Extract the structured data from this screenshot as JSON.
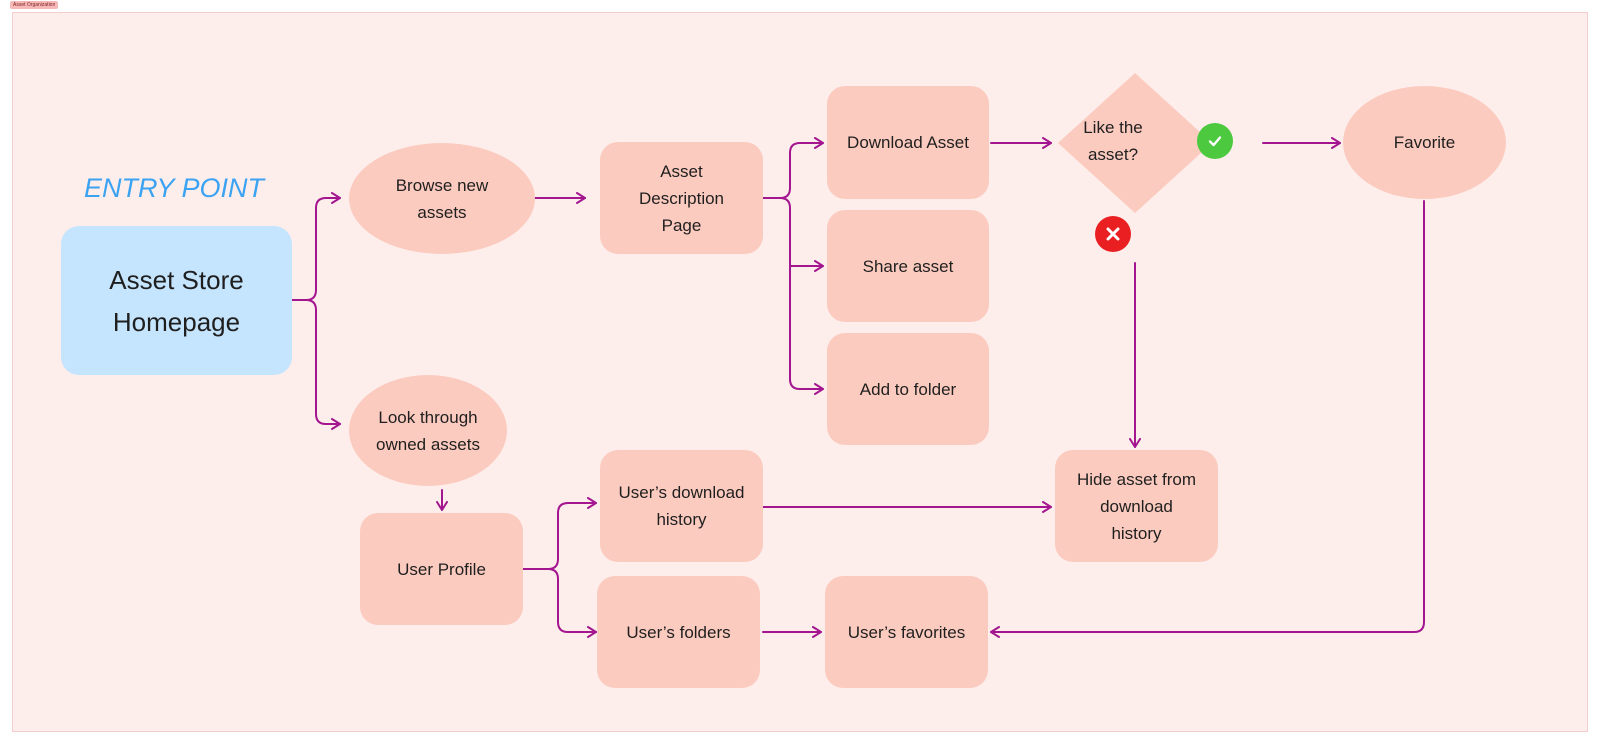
{
  "frame": {
    "title": "Asset Organization"
  },
  "diagram": {
    "entry_label": "ENTRY POINT",
    "homepage": "Asset Store\nHomepage",
    "browse_new_assets": "Browse new\nassets",
    "look_through_owned_assets": "Look through\nowned assets",
    "asset_description_page": "Asset\nDescription\nPage",
    "download_asset": "Download Asset",
    "share_asset": "Share asset",
    "add_to_folder": "Add to folder",
    "like_question": "Like the\nasset?",
    "favorite": "Favorite",
    "hide_asset": "Hide asset from\ndownload\nhistory",
    "user_profile": "User Profile",
    "download_history": "User’s download\nhistory",
    "users_folders": "User’s folders",
    "users_favorites": "User’s favorites"
  },
  "colors": {
    "canvas": "#fdeeec",
    "node_fill": "#fccbbf",
    "home_fill": "#c5e4fd",
    "entry_text": "#3ba3f2",
    "connector": "#a3168f",
    "yes_badge": "#4cc93f",
    "no_badge": "#ea1f22"
  },
  "icons": {
    "yes": "check-icon",
    "no": "close-icon"
  }
}
